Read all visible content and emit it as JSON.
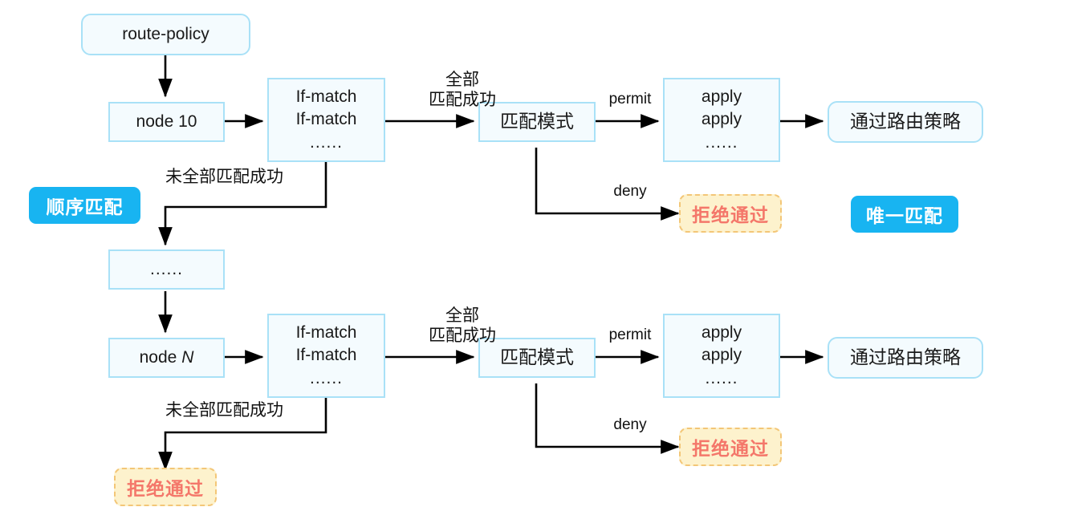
{
  "diagram": {
    "title": "route-policy matching flow",
    "colors": {
      "node_fill": "#f4fbfe",
      "node_border": "#a9e1f7",
      "reject_fill": "#fdf2cd",
      "reject_border": "#f3c677",
      "reject_text": "#f4776a",
      "badge_fill": "#18b4f1",
      "badge_text": "#ffffff",
      "wire": "#000000"
    },
    "nodes": {
      "route_policy": "route-policy",
      "node_10": "node 10",
      "node_n_prefix": "node ",
      "node_n_suffix": "N",
      "ellipsis_box": "......",
      "if_match_line1": "If-match",
      "if_match_line2": "If-match",
      "if_match_line3": "......",
      "match_mode": "匹配模式",
      "apply_line1": "apply",
      "apply_line2": "apply",
      "apply_line3": "......",
      "pass_policy": "通过路由策略"
    },
    "reject_boxes": {
      "top": "拒绝通过",
      "middle": "拒绝通过",
      "bottom": "拒绝通过"
    },
    "badges": {
      "sequential_match": "顺序匹配",
      "unique_match": "唯一匹配"
    },
    "edge_labels": {
      "all_match_success_top": "全部\n匹配成功",
      "all_match_success_bottom": "全部\n匹配成功",
      "permit_top": "permit",
      "permit_bottom": "permit",
      "deny_top": "deny",
      "deny_bottom": "deny",
      "not_all_match_top": "未全部匹配成功",
      "not_all_match_bottom": "未全部匹配成功"
    }
  }
}
